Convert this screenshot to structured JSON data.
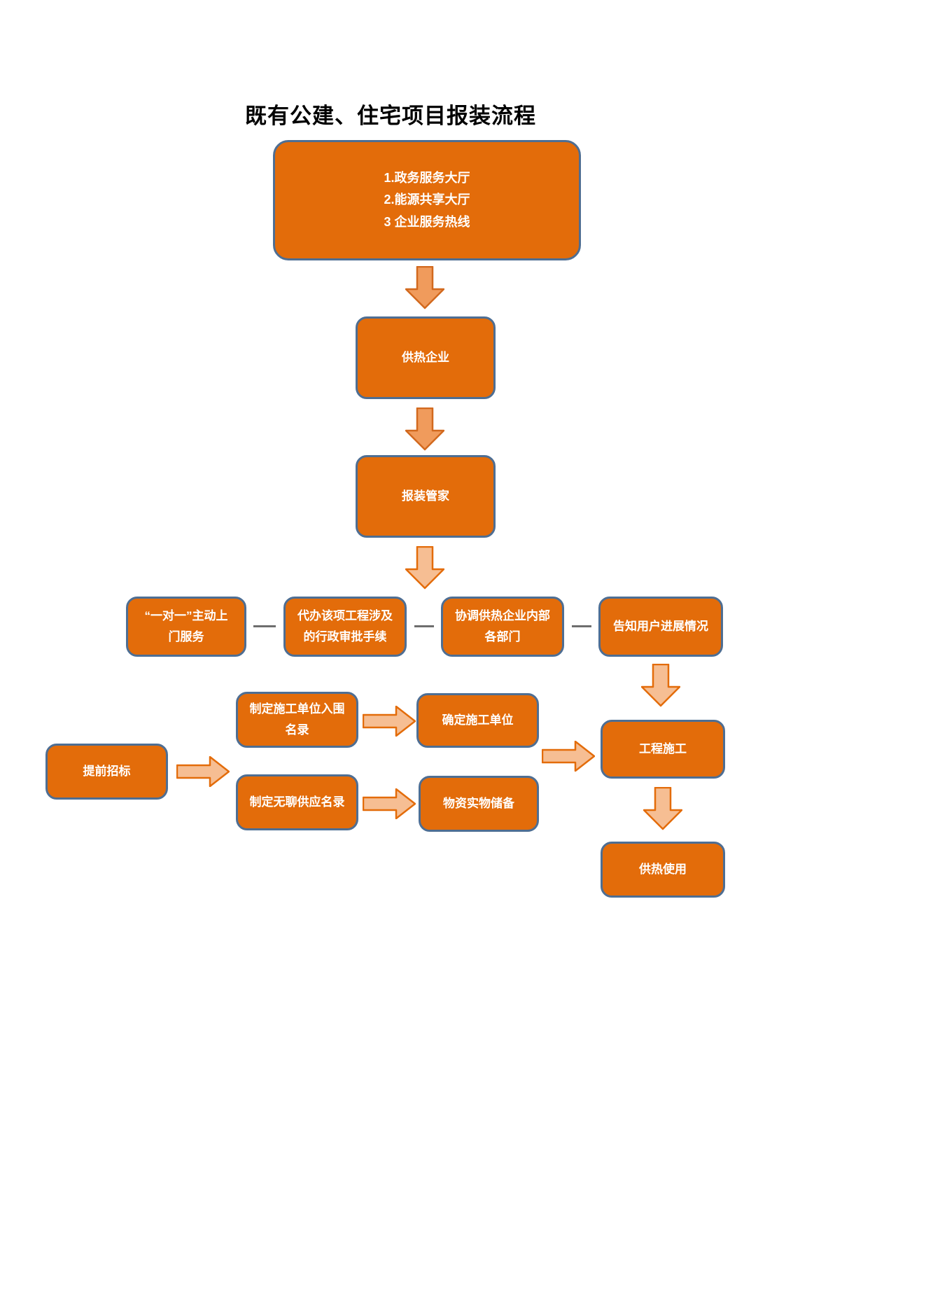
{
  "title": "既有公建、住宅项目报装流程",
  "colors": {
    "box_fill": "#E36C0A",
    "box_border": "#4E6E93",
    "box_text": "#FFFFFF",
    "arrow_fill": "#F09B5C",
    "arrow_fill_light": "#F6BE93",
    "arrow_border": "#E36C0A",
    "connector": "#6E6E6E",
    "title_text": "#000000"
  },
  "nodes": {
    "entry": {
      "label": "1.政务服务大厅\n2.能源共享大厅\n3 企业服务热线"
    },
    "heating_company": {
      "label": "供热企业"
    },
    "installation_manager": {
      "label": "报装管家"
    },
    "door_service": {
      "label": "“一对一”主动上\n门服务"
    },
    "admin_approval": {
      "label": "代办该项工程涉及\n的行政审批手续"
    },
    "coordinate_departments": {
      "label": "协调供热企业内部\n各部门"
    },
    "inform_progress": {
      "label": "告知用户进展情况"
    },
    "advance_bidding": {
      "label": "提前招标"
    },
    "contractor_shortlist": {
      "label": "制定施工单位入围\n名录"
    },
    "confirm_contractor": {
      "label": "确定施工单位"
    },
    "supply_list": {
      "label": "制定无聊供应名录"
    },
    "material_reserve": {
      "label": "物资实物储备"
    },
    "construction": {
      "label": "工程施工"
    },
    "heating_use": {
      "label": "供热使用"
    }
  }
}
